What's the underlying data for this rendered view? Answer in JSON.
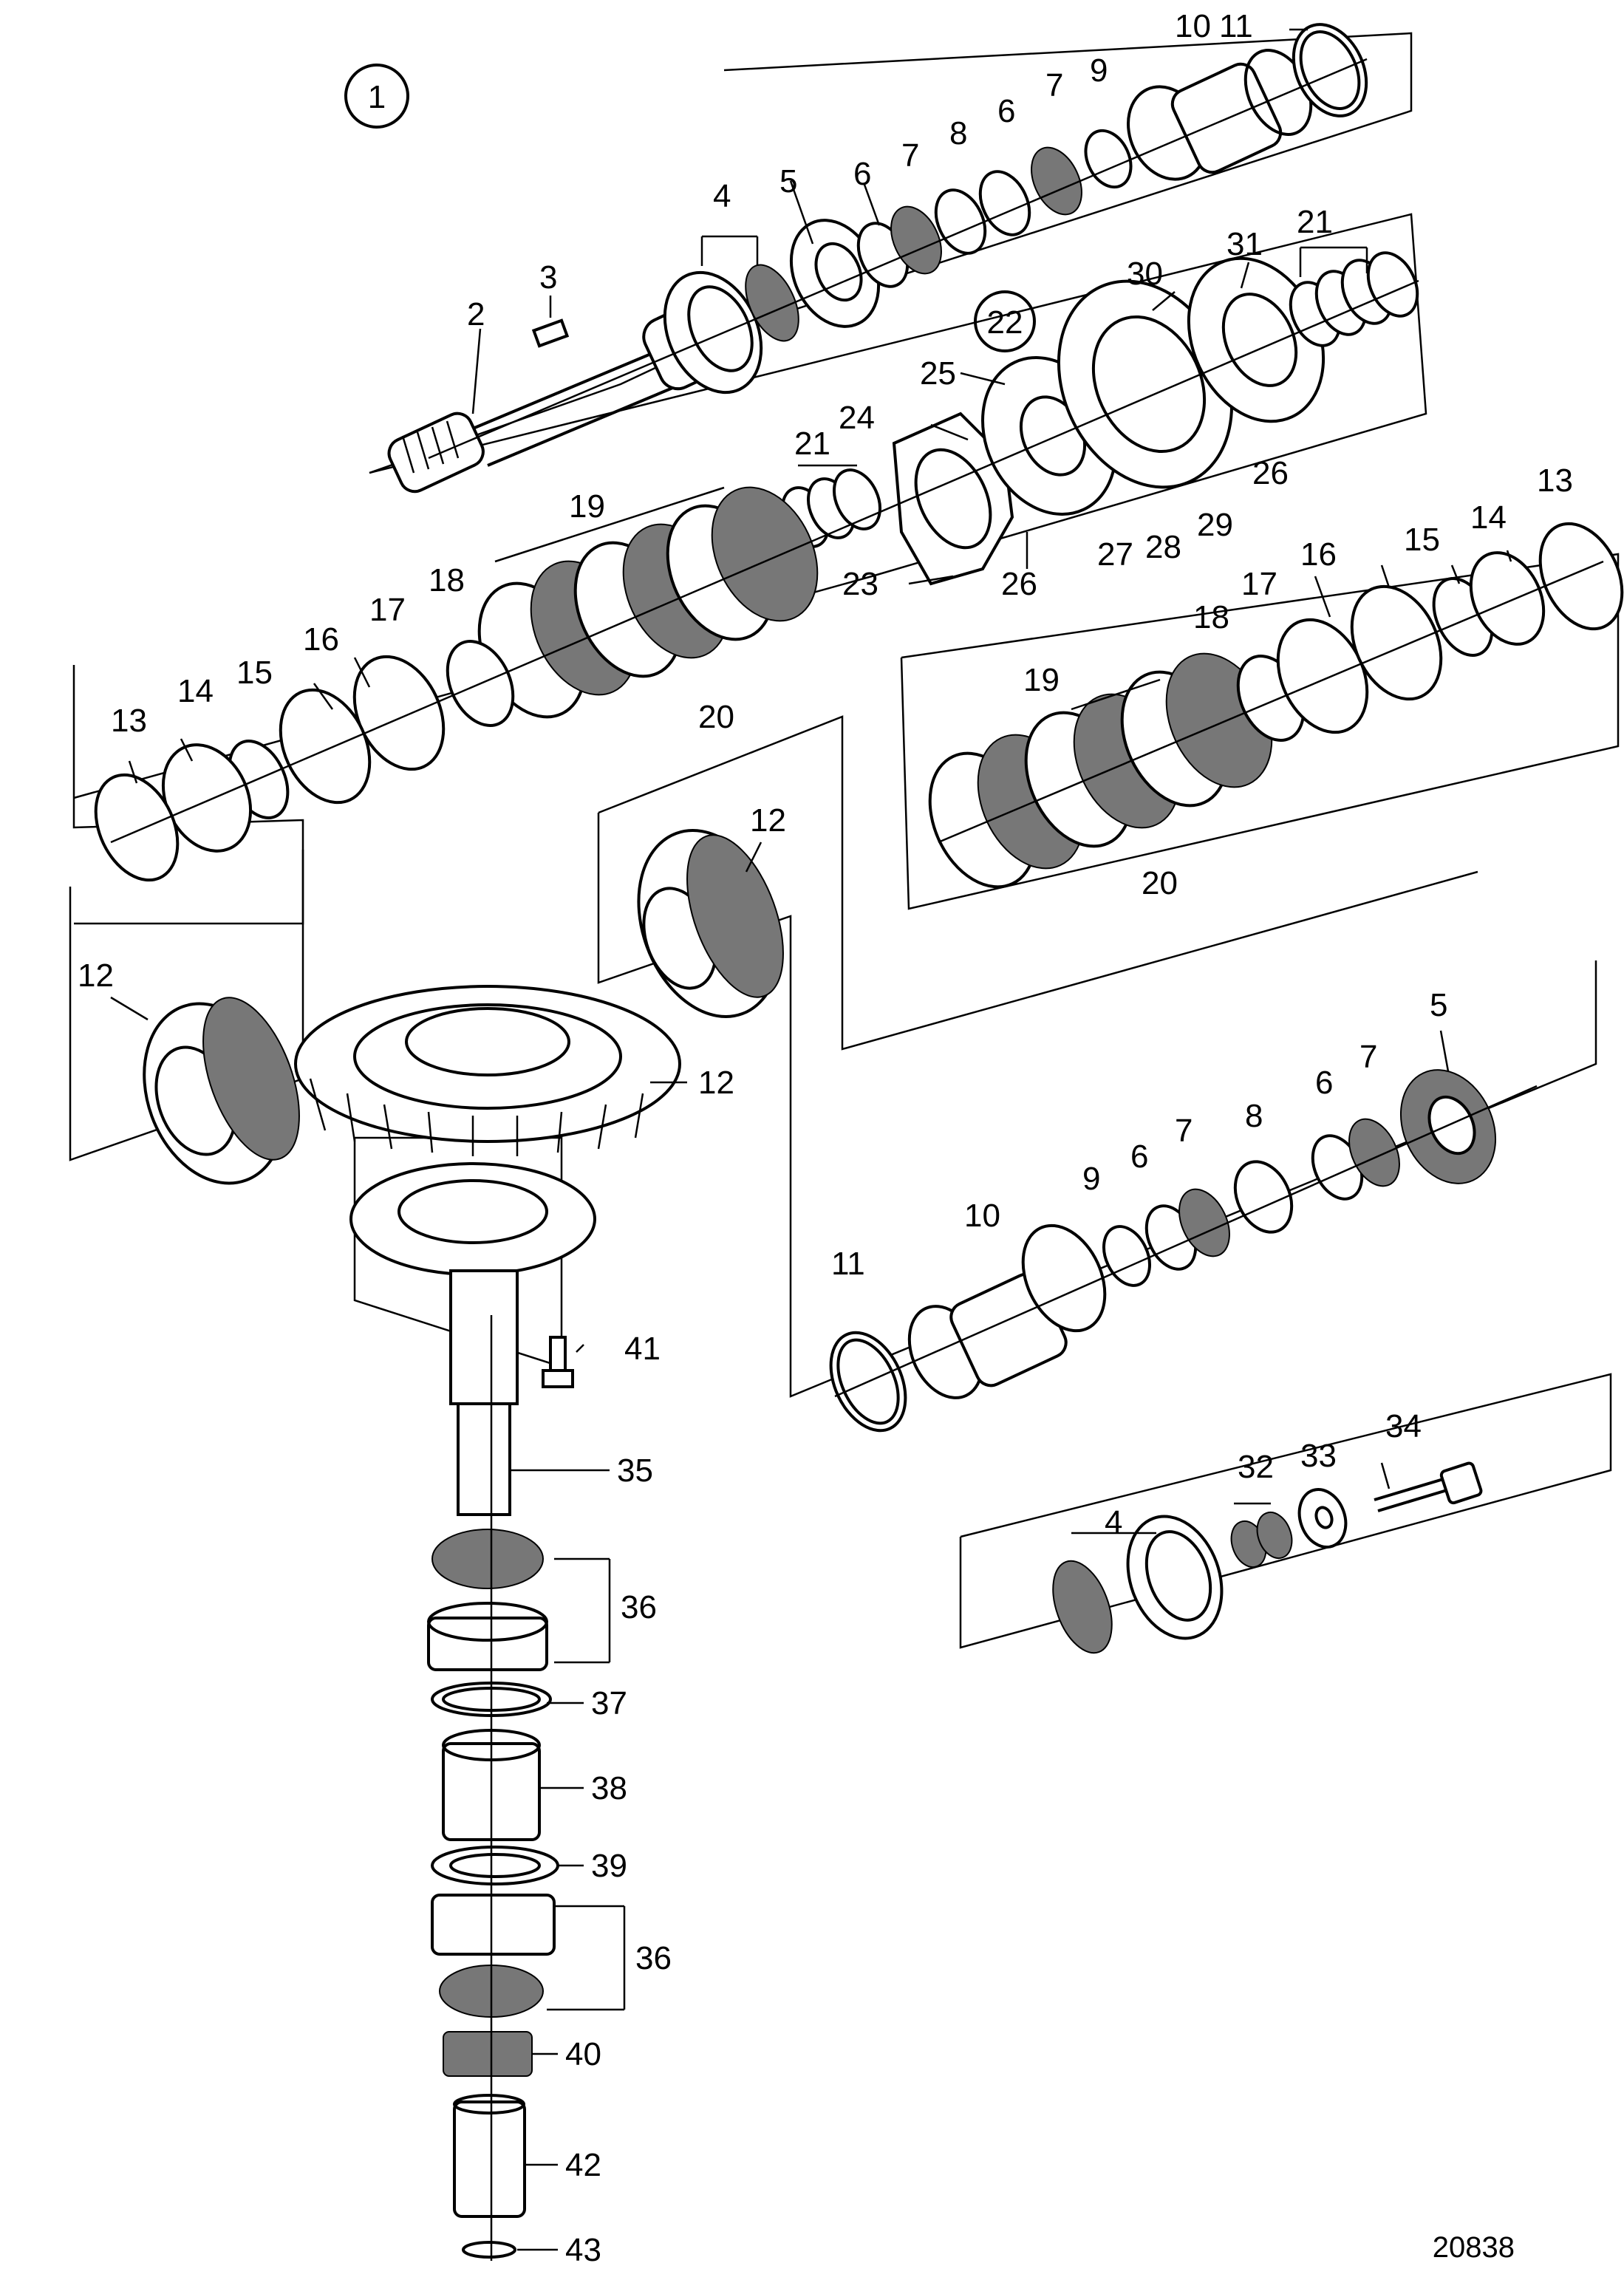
{
  "diagram": {
    "figure_id": "20838",
    "callouts": {
      "main": "1",
      "sub": "22"
    },
    "labels": [
      {
        "key": "l10a",
        "text": "10"
      },
      {
        "key": "l11a",
        "text": "11"
      },
      {
        "key": "l9a",
        "text": "9"
      },
      {
        "key": "l7a",
        "text": "7"
      },
      {
        "key": "l6a",
        "text": "6"
      },
      {
        "key": "l8a",
        "text": "8"
      },
      {
        "key": "l7b",
        "text": "7"
      },
      {
        "key": "l6b",
        "text": "6"
      },
      {
        "key": "l5a",
        "text": "5"
      },
      {
        "key": "l4a",
        "text": "4"
      },
      {
        "key": "l3",
        "text": "3"
      },
      {
        "key": "l2",
        "text": "2"
      },
      {
        "key": "l30",
        "text": "30"
      },
      {
        "key": "l31",
        "text": "31"
      },
      {
        "key": "l21a",
        "text": "21"
      },
      {
        "key": "l25",
        "text": "25"
      },
      {
        "key": "l24",
        "text": "24"
      },
      {
        "key": "l21b",
        "text": "21"
      },
      {
        "key": "l26a",
        "text": "26"
      },
      {
        "key": "l29",
        "text": "29"
      },
      {
        "key": "l28",
        "text": "28"
      },
      {
        "key": "l27",
        "text": "27"
      },
      {
        "key": "l23",
        "text": "23"
      },
      {
        "key": "l26b",
        "text": "26"
      },
      {
        "key": "l19a",
        "text": "19"
      },
      {
        "key": "l18a",
        "text": "18"
      },
      {
        "key": "l17a",
        "text": "17"
      },
      {
        "key": "l16a",
        "text": "16"
      },
      {
        "key": "l15a",
        "text": "15"
      },
      {
        "key": "l14a",
        "text": "14"
      },
      {
        "key": "l13a",
        "text": "13"
      },
      {
        "key": "l20a",
        "text": "20"
      },
      {
        "key": "l13b",
        "text": "13"
      },
      {
        "key": "l14b",
        "text": "14"
      },
      {
        "key": "l15b",
        "text": "15"
      },
      {
        "key": "l16b",
        "text": "16"
      },
      {
        "key": "l17b",
        "text": "17"
      },
      {
        "key": "l18b",
        "text": "18"
      },
      {
        "key": "l19b",
        "text": "19"
      },
      {
        "key": "l20b",
        "text": "20"
      },
      {
        "key": "l12a",
        "text": "12"
      },
      {
        "key": "l12b",
        "text": "12"
      },
      {
        "key": "l12c",
        "text": "12"
      },
      {
        "key": "l5b",
        "text": "5"
      },
      {
        "key": "l7c",
        "text": "7"
      },
      {
        "key": "l6c",
        "text": "6"
      },
      {
        "key": "l8b",
        "text": "8"
      },
      {
        "key": "l7d",
        "text": "7"
      },
      {
        "key": "l6d",
        "text": "6"
      },
      {
        "key": "l9b",
        "text": "9"
      },
      {
        "key": "l10b",
        "text": "10"
      },
      {
        "key": "l11b",
        "text": "11"
      },
      {
        "key": "l41",
        "text": "41"
      },
      {
        "key": "l35",
        "text": "35"
      },
      {
        "key": "l34",
        "text": "34"
      },
      {
        "key": "l33",
        "text": "33"
      },
      {
        "key": "l32",
        "text": "32"
      },
      {
        "key": "l4b",
        "text": "4"
      },
      {
        "key": "l36a",
        "text": "36"
      },
      {
        "key": "l37",
        "text": "37"
      },
      {
        "key": "l38",
        "text": "38"
      },
      {
        "key": "l39",
        "text": "39"
      },
      {
        "key": "l36b",
        "text": "36"
      },
      {
        "key": "l40",
        "text": "40"
      },
      {
        "key": "l42",
        "text": "42"
      },
      {
        "key": "l43",
        "text": "43"
      }
    ]
  }
}
